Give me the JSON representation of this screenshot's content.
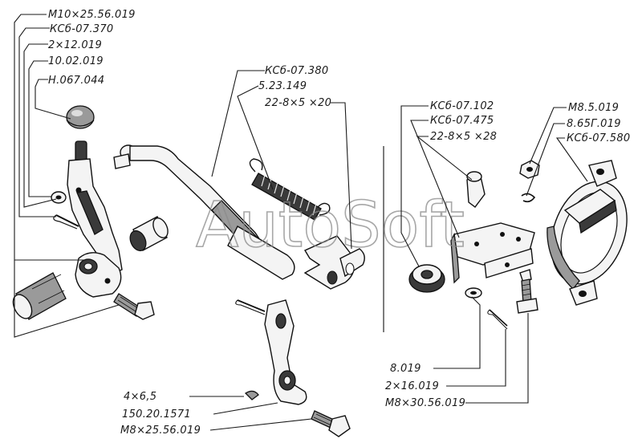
{
  "watermark": "AutoSoft",
  "labels": {
    "m10_25_56_019": "M10×25.56.019",
    "ksb_07_370": "КСб-07.370",
    "pin_2x12_019": "2×12.019",
    "p10_02_019": "10.02.019",
    "h_067_044": "Н.067.044",
    "ksb_07_380": "КСб-07.380",
    "p5_23_149": "5.23.149",
    "spring_22_8x5_20": "22-8×5 ×20",
    "ksb_07_102": "КСб-07.102",
    "ksb_07_475": "КСб-07.475",
    "spring_22_8x5_28": "22-8×5 ×28",
    "m8_5_019": "M8.5.019",
    "p8_65g_019": "8.65Г.019",
    "ksb_07_580": "КСб-07.580",
    "p8_019": "8.019",
    "pin_2x16_019": "2×16.019",
    "m8_30_56_019": "M8×30.56.019",
    "pin_4x6_5": "4×6,5",
    "p150_20_1571": "150.20.1571",
    "m8_25_56_019": "M8×25.56.019"
  }
}
